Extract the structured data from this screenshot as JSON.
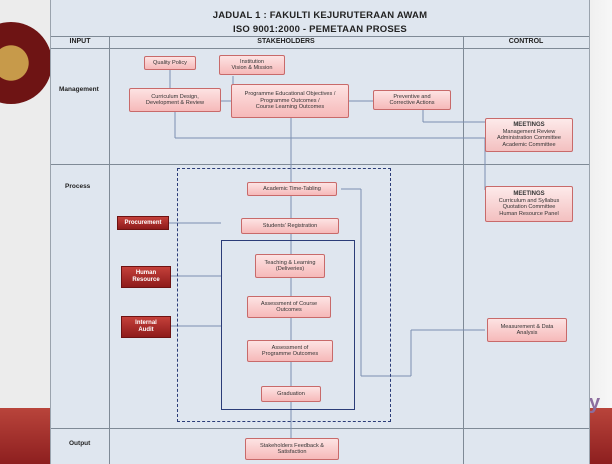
{
  "title": "JADUAL 1 : FAKULTI KEJURUTERAAN AWAM",
  "subtitle": "ISO 9001:2000 - PEMETAAN PROSES",
  "columns": {
    "input": "INPUT",
    "stakeholders": "STAKEHOLDERS",
    "control": "CONTROL"
  },
  "rows": {
    "management": "Management",
    "process": "Process",
    "output": "Output"
  },
  "boxes": {
    "quality_policy": "Quality Policy",
    "institution": "Institution\nVision & Mission",
    "curriculum": "Curriculum Design,\nDevelopment & Review",
    "peo": "Programme Educational Objectives /\nProgramme Outcomes /\nCourse Learning  Outcomes",
    "preventive": "Preventive and\nCorrective Actions",
    "timetabling": "Academic Time-Tabling",
    "registration": "Students' Registration",
    "teaching": "Teaching & Learning\n(Deliveries)",
    "assess_course": "Assessment of Course\nOutcomes",
    "assess_prog": "Assessment of\nProgramme Outcomes",
    "graduation": "Graduation",
    "feedback": "Stakeholders Feedback &\nSatisfaction",
    "measurement": "Measurement & Data\nAnalysis"
  },
  "meetings": {
    "mgmt": {
      "heading": "MEETINGS",
      "body": "Management Review\nAdministration Committee\nAcademic Committee"
    },
    "proc": {
      "heading": "MEETINGS",
      "body": "Curriculum and Syllabus\nQuotation Committee\nHuman Resource Panel"
    }
  },
  "inputs": {
    "procurement": "Procurement",
    "human_resource": "Human\nResource",
    "internal_audit": "Internal\nAudit"
  },
  "background": {
    "corner_letter": "y"
  },
  "colors": {
    "panel": "#dfe6ef",
    "box_fill": "#f6b9b9",
    "box_border": "#c86a6a",
    "input_fill": "#a82a26",
    "frame_line": "#2b3c78",
    "connector": "#7b8fb0"
  }
}
